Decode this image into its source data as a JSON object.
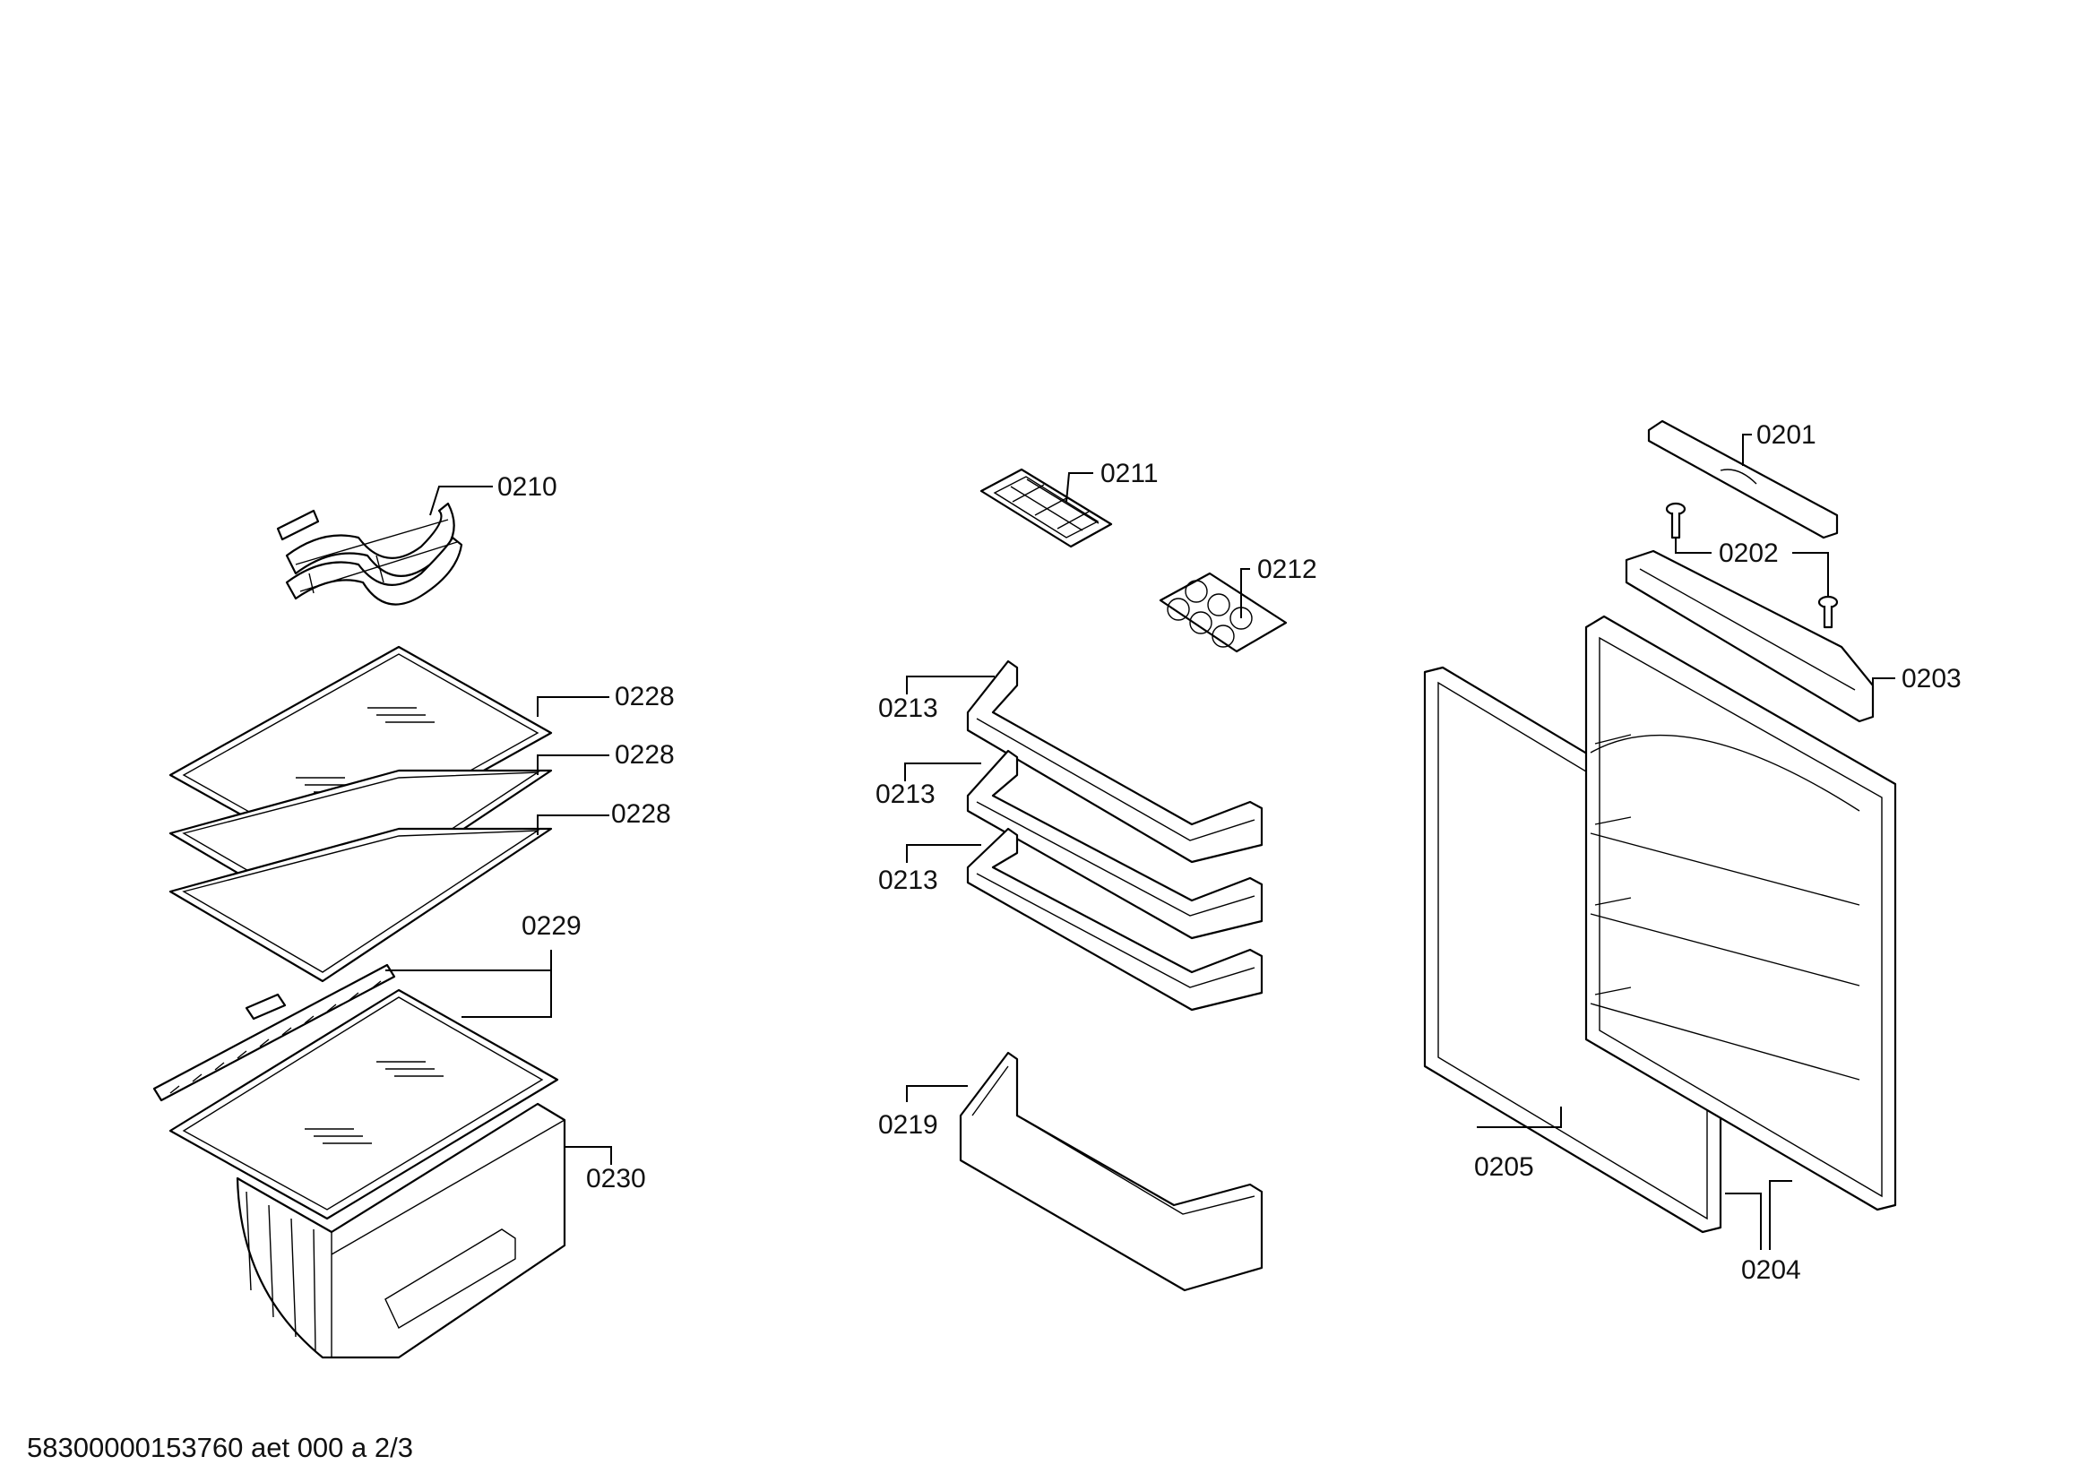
{
  "parts": [
    {
      "id": "p0210",
      "label": "0210"
    },
    {
      "id": "p0228a",
      "label": "0228"
    },
    {
      "id": "p0228b",
      "label": "0228"
    },
    {
      "id": "p0228c",
      "label": "0228"
    },
    {
      "id": "p0229",
      "label": "0229"
    },
    {
      "id": "p0230",
      "label": "0230"
    },
    {
      "id": "p0211",
      "label": "0211"
    },
    {
      "id": "p0212",
      "label": "0212"
    },
    {
      "id": "p0213a",
      "label": "0213"
    },
    {
      "id": "p0213b",
      "label": "0213"
    },
    {
      "id": "p0213c",
      "label": "0213"
    },
    {
      "id": "p0219",
      "label": "0219"
    },
    {
      "id": "p0201",
      "label": "0201"
    },
    {
      "id": "p0202",
      "label": "0202"
    },
    {
      "id": "p0203",
      "label": "0203"
    },
    {
      "id": "p0205",
      "label": "0205"
    },
    {
      "id": "p0204",
      "label": "0204"
    }
  ],
  "footer": "58300000153760 aet 000 a 2/3"
}
